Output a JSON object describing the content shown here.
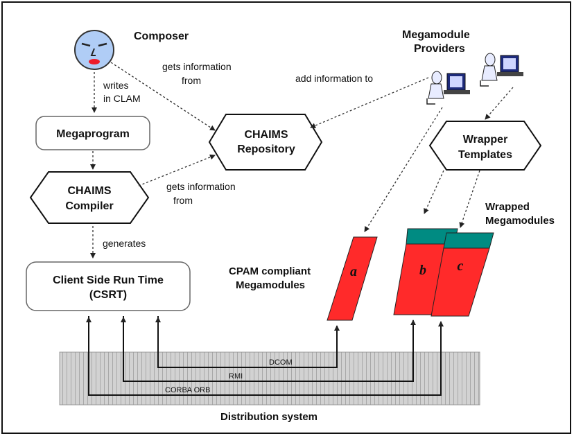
{
  "actors": {
    "composer": "Composer",
    "providers_line1": "Megamodule",
    "providers_line2": "Providers"
  },
  "boxes": {
    "megaprogram": "Megaprogram",
    "repository_line1": "CHAIMS",
    "repository_line2": "Repository",
    "compiler_line1": "CHAIMS",
    "compiler_line2": "Compiler",
    "csrt_line1": "Client Side Run Time",
    "csrt_line2": "(CSRT)",
    "wrapper_line1": "Wrapper",
    "wrapper_line2": "Templates"
  },
  "edges": {
    "writes_line1": "writes",
    "writes_line2": "in CLAM",
    "gets_info_1_line1": "gets information",
    "gets_info_1_line2": "from",
    "add_info": "add information to",
    "gets_info_2_line1": "gets information",
    "gets_info_2_line2": "from",
    "generates": "generates"
  },
  "modules": {
    "cpam_line1": "CPAM  compliant",
    "cpam_line2": "Megamodules",
    "wrapped_line1": "Wrapped",
    "wrapped_line2": "Megamodules",
    "a": "a",
    "b": "b",
    "c": "c"
  },
  "distribution": {
    "dcom": "DCOM",
    "rmi": "RMI",
    "corba": "CORBA ORB",
    "label": "Distribution system"
  },
  "colors": {
    "module_red": "#ff2a2a",
    "wrapper_teal": "#008b82",
    "dist_gray": "#cfcfcf",
    "face_blue": "#b0cdf6"
  }
}
